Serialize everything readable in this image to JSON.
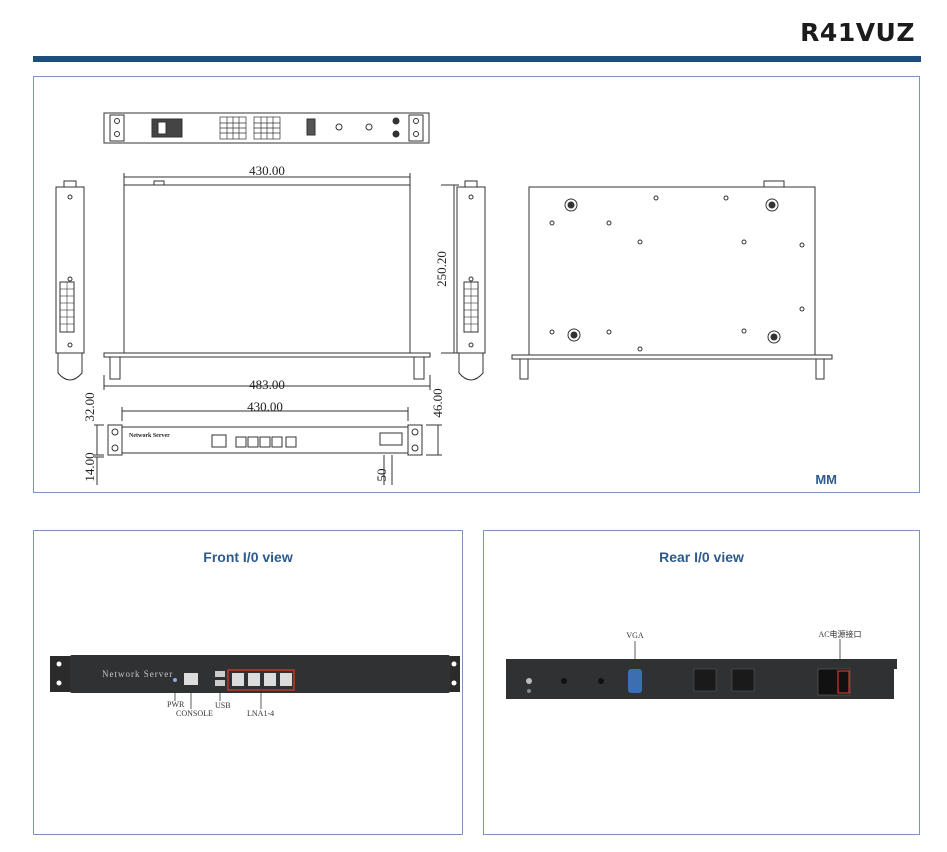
{
  "doc": {
    "model": "R41VUZ"
  },
  "drawing": {
    "unit": "MM",
    "dims": {
      "top_width": "430.00",
      "depth": "250.20",
      "overall_width": "483.00",
      "front_width": "430.00",
      "height": "46.00",
      "ear_height": "32.00",
      "bottom_offset": "14.00",
      "front_offset": "50"
    },
    "panel_label": "Network Server"
  },
  "front": {
    "heading": "Front I/0 view",
    "device_label": "Network  Server",
    "callouts": {
      "pwr": "PWR",
      "console": "CONSOLE",
      "usb": "USB",
      "lan": "LNA1-4"
    }
  },
  "rear": {
    "heading": "Rear I/0 view",
    "callouts": {
      "vga": "VGA",
      "ac": "AC电源接口"
    }
  }
}
